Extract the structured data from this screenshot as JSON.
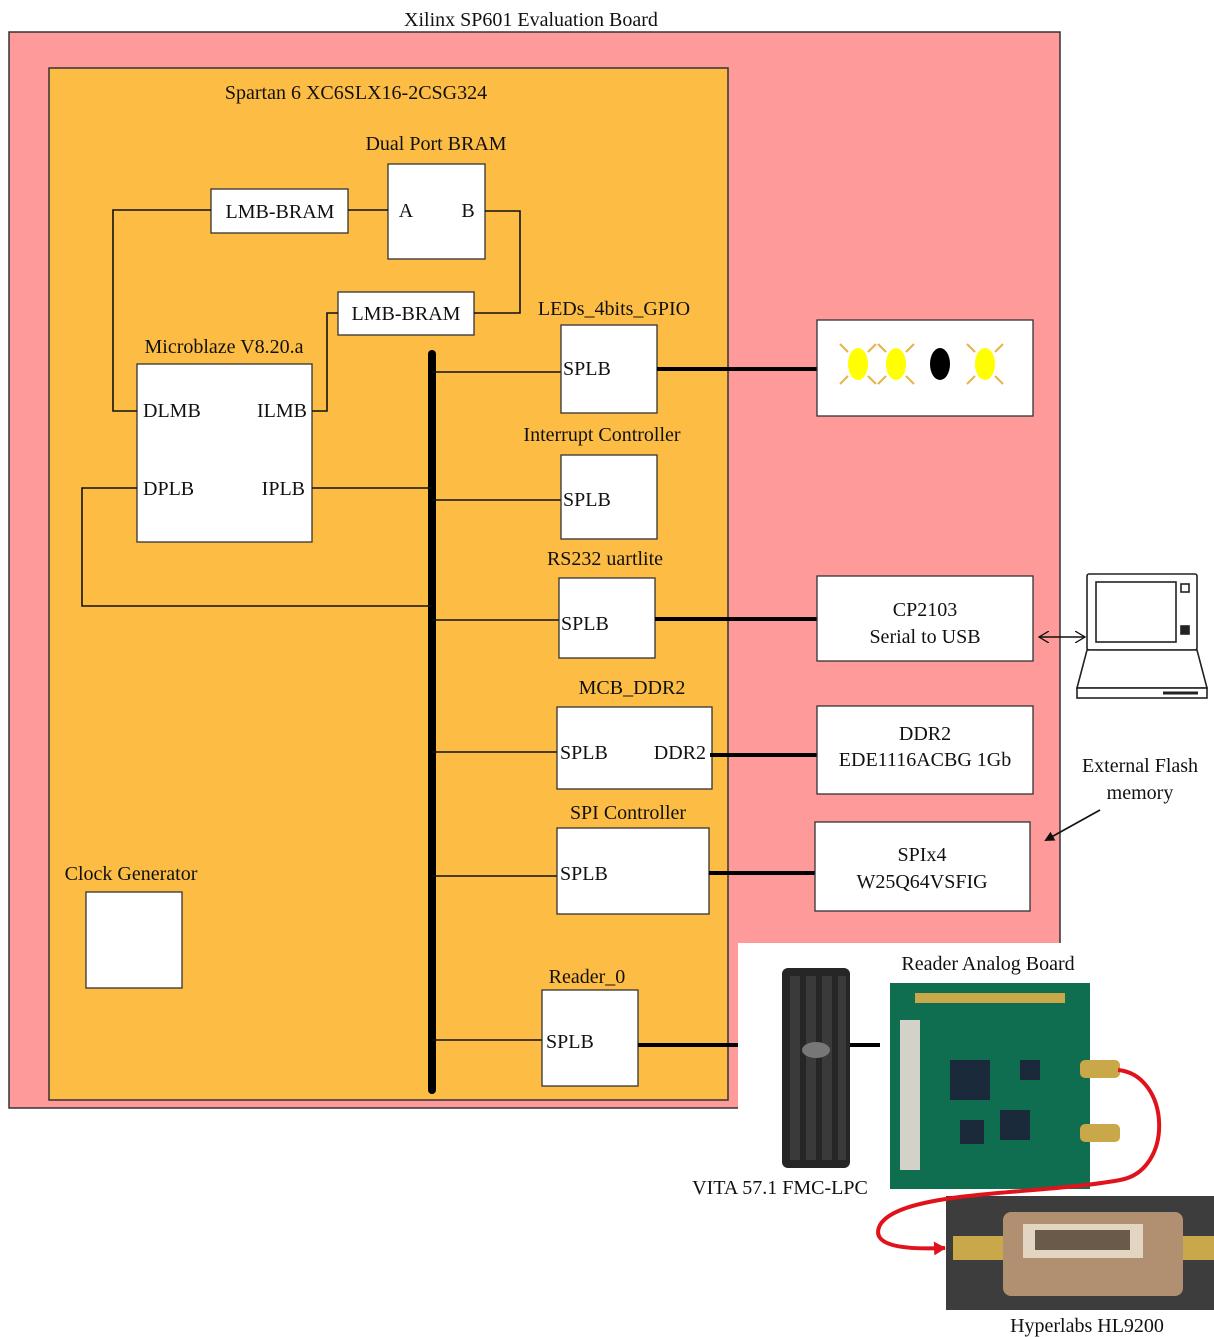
{
  "colors": {
    "board": "#ff9a9b",
    "fpga": "#fdbd45",
    "block": "#ffffff",
    "line": "#111111",
    "led_on": "#ffff00",
    "led_ray": "#e6b24a",
    "led_off": "#000000",
    "cable": "#e0131c",
    "pcb": "#0f6e4f",
    "connector": "#1e1e1e",
    "photo_bg": "#3d3d3d",
    "hl_body": "#b09070"
  },
  "board": {
    "title": "Xilinx SP601 Evaluation Board"
  },
  "fpga": {
    "title": "Spartan 6 XC6SLX16-2CSG324"
  },
  "bram": {
    "title": "Dual Port BRAM",
    "port_a": "A",
    "port_b": "B"
  },
  "lmb_bram_left": {
    "label": "LMB-BRAM"
  },
  "lmb_bram_right": {
    "label": "LMB-BRAM"
  },
  "microblaze": {
    "title": "Microblaze V8.20.a",
    "dlmb": "DLMB",
    "ilmb": "ILMB",
    "dplb": "DPLB",
    "iplb": "IPLB"
  },
  "peripherals": {
    "leds_gpio": {
      "title": "LEDs_4bits_GPIO",
      "port": "SPLB"
    },
    "interrupt": {
      "title": "Interrupt Controller",
      "port": "SPLB"
    },
    "uart": {
      "title": "RS232 uartlite",
      "port": "SPLB"
    },
    "mcb_ddr2": {
      "title": "MCB_DDR2",
      "port": "SPLB",
      "port2": "DDR2"
    },
    "spi": {
      "title": "SPI Controller",
      "port": "SPLB"
    },
    "reader": {
      "title": "Reader_0",
      "port": "SPLB"
    }
  },
  "clock": {
    "title": "Clock Generator"
  },
  "leds": {
    "states": [
      "on",
      "on",
      "off",
      "on"
    ]
  },
  "cp2103": {
    "line1": "CP2103",
    "line2": "Serial to USB"
  },
  "ddr2": {
    "line1": "DDR2",
    "line2": "EDE1116ACBG 1Gb"
  },
  "spix4": {
    "line1": "SPIx4",
    "line2": "W25Q64VSFIG"
  },
  "flash_note": {
    "line1": "External Flash",
    "line2": "memory"
  },
  "fmc": {
    "label": "VITA 57.1 FMC-LPC"
  },
  "analog_board": {
    "label": "Reader Analog Board"
  },
  "hyperlabs": {
    "label": "Hyperlabs HL9200"
  },
  "icons": {
    "laptop": "laptop-icon",
    "bidirectional_arrow": "double-arrow-icon",
    "pointer_arrow": "arrow-icon"
  }
}
